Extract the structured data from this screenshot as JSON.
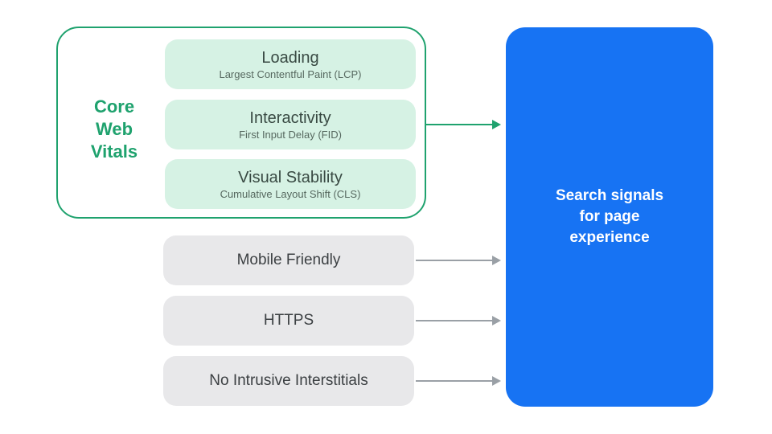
{
  "diagram": {
    "core_web_vitals": {
      "label_lines": [
        "Core",
        "Web",
        "Vitals"
      ],
      "pills": [
        {
          "title": "Loading",
          "subtitle": "Largest Contentful Paint (LCP)"
        },
        {
          "title": "Interactivity",
          "subtitle": "First Input Delay (FID)"
        },
        {
          "title": "Visual Stability",
          "subtitle": "Cumulative Layout Shift (CLS)"
        }
      ]
    },
    "other_signals": [
      "Mobile Friendly",
      "HTTPS",
      "No Intrusive Interstitials"
    ],
    "result_box": {
      "label_lines": [
        "Search signals",
        "for page",
        "experience"
      ]
    },
    "colors": {
      "green": "#1FA26E",
      "mint_pill": "#D6F2E4",
      "gray_pill": "#E8E8EA",
      "gray_arrow": "#9AA0A6",
      "blue_panel": "#1773F3",
      "pill_title_text": "#394A43",
      "pill_subtitle_text": "#56685F",
      "gray_pill_text": "#3C4043",
      "result_text": "#FFFFFF"
    }
  }
}
